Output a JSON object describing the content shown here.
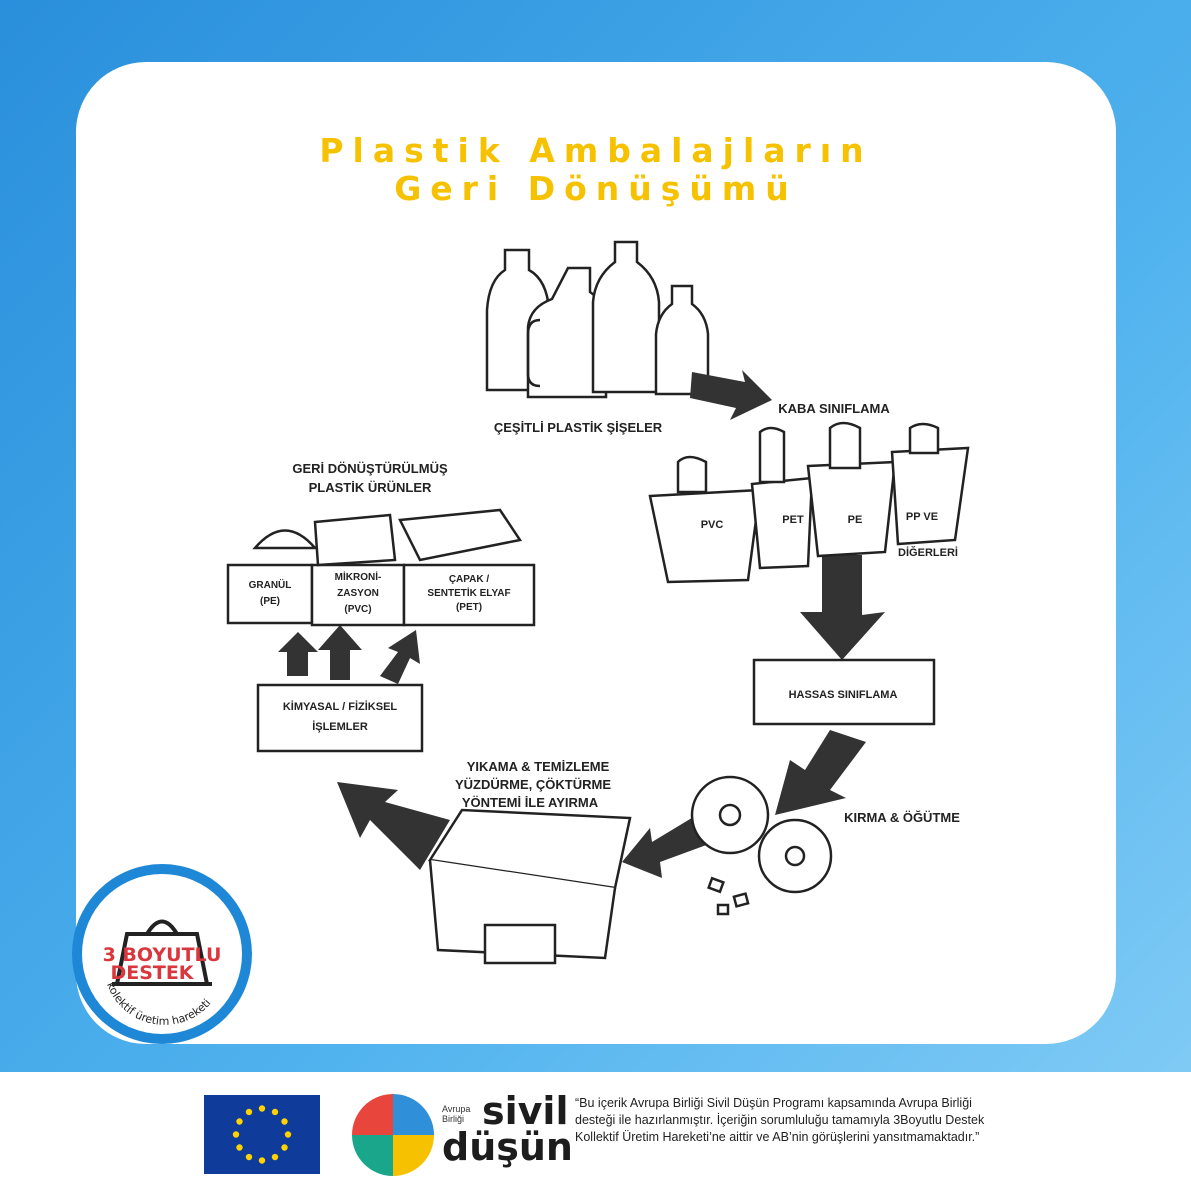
{
  "title": {
    "line1": "Plastik Ambalajların",
    "line2": "Geri Dönüşümü"
  },
  "diagram": {
    "bottles": "ÇEŞİTLİ PLASTİK ŞİŞELER",
    "rough_sort": "KABA SINIFLAMA",
    "bins": [
      "PVC",
      "PET",
      "PE",
      "PP VE",
      "DİĞERLERİ"
    ],
    "fine_sort": "HASSAS SINIFLAMA",
    "crush": "KIRMA & ÖĞÜTME",
    "wash": [
      "YIKAMA & TEMİZLEME",
      "YÜZDÜRME, ÇÖKTÜRME",
      "YÖNTEMİ İLE AYIRMA"
    ],
    "chem": [
      "KİMYASAL / FİZİKSEL",
      "İŞLEMLER"
    ],
    "products_title": [
      "GERİ DÖNÜŞTÜRÜLMÜŞ",
      "PLASTİK ÜRÜNLER"
    ],
    "granul": [
      "GRANÜL",
      "(PE)"
    ],
    "mikro": [
      "MİKRONİ-",
      "ZASYON",
      "(PVC)"
    ],
    "capak": [
      "ÇAPAK /",
      "SENTETİK ELYAF",
      "(PET)"
    ]
  },
  "badge": {
    "line1": "3 BOYUTLU",
    "line2": "DESTEK",
    "ring_text": "kolektif üretim hareketi"
  },
  "footer": {
    "logo_small1": "Avrupa",
    "logo_small2": "Birliği",
    "logo_big1": "sivil",
    "logo_big2": "düşün",
    "disclaimer": "“Bu içerik Avrupa Birliği Sivil Düşün Programı kapsamında Avrupa Birliği desteği ile hazırlanmıştır. İçeriğin sorumluluğu tamamıyla 3Boyutlu Destek Kollektif Üretim Hareketi’ne aittir ve AB’nin görüşlerini yansıtmamaktadır.”"
  },
  "colors": {
    "accent": "#f6c200",
    "blue": "#2a8fdc",
    "dark": "#333333",
    "badge_red": "#d9363e"
  }
}
